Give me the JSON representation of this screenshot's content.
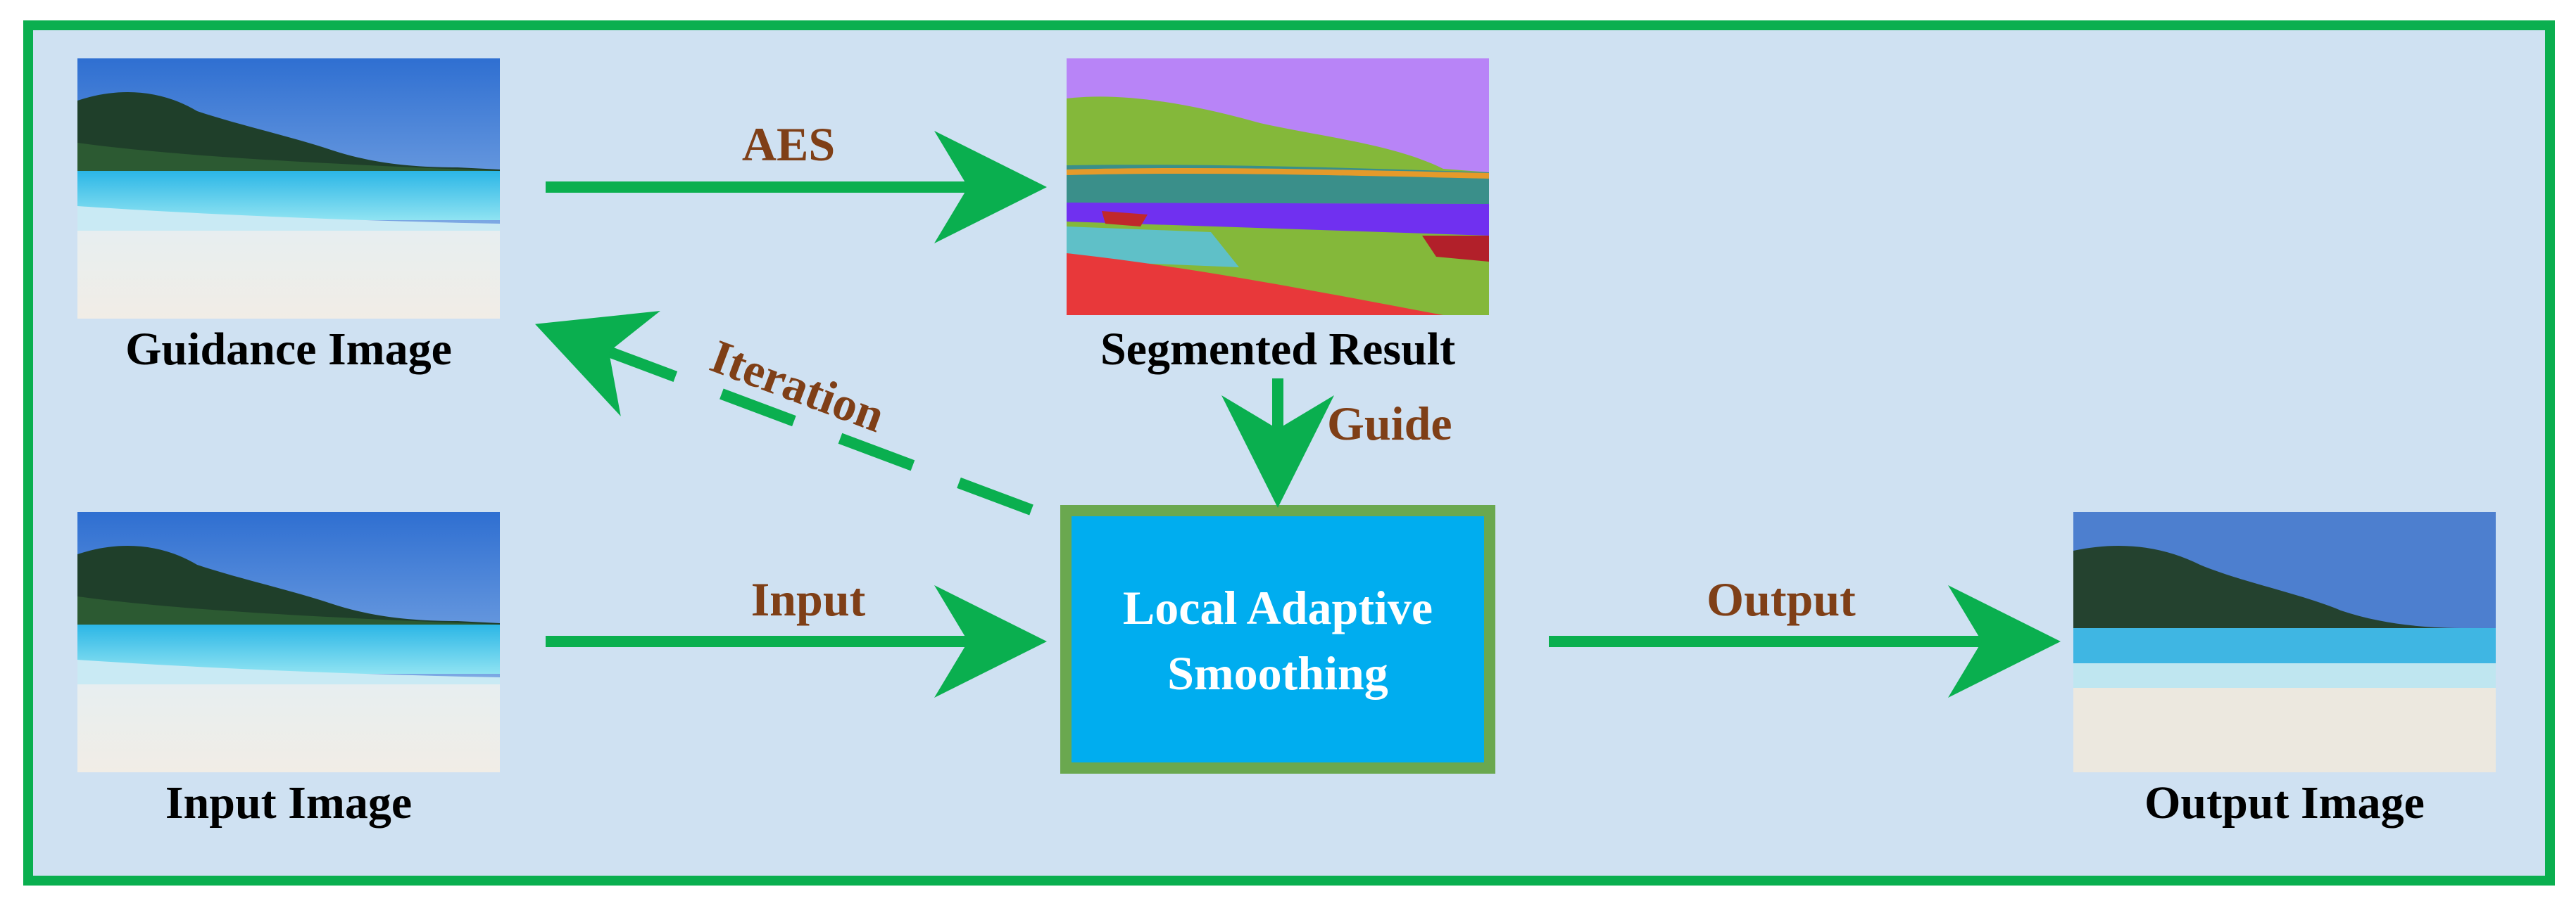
{
  "diagram": {
    "nodes": {
      "guidance_image": {
        "caption": "Guidance Image"
      },
      "segmented_result": {
        "caption": "Segmented Result"
      },
      "input_image": {
        "caption": "Input Image"
      },
      "output_image": {
        "caption": "Output Image"
      },
      "process_box": {
        "line1": "Local Adaptive",
        "line2": "Smoothing"
      }
    },
    "edges": {
      "aes": {
        "label": "AES"
      },
      "guide": {
        "label": "Guide"
      },
      "iteration": {
        "label": "Iteration"
      },
      "input": {
        "label": "Input"
      },
      "output": {
        "label": "Output"
      }
    }
  },
  "colors": {
    "frame_border": "#0aaf4f",
    "background": "#cfe1f2",
    "arrow": "#0aaf4f",
    "label_brown": "#7f3f17",
    "process_fill": "#00adef",
    "process_border": "#6aa84f"
  }
}
